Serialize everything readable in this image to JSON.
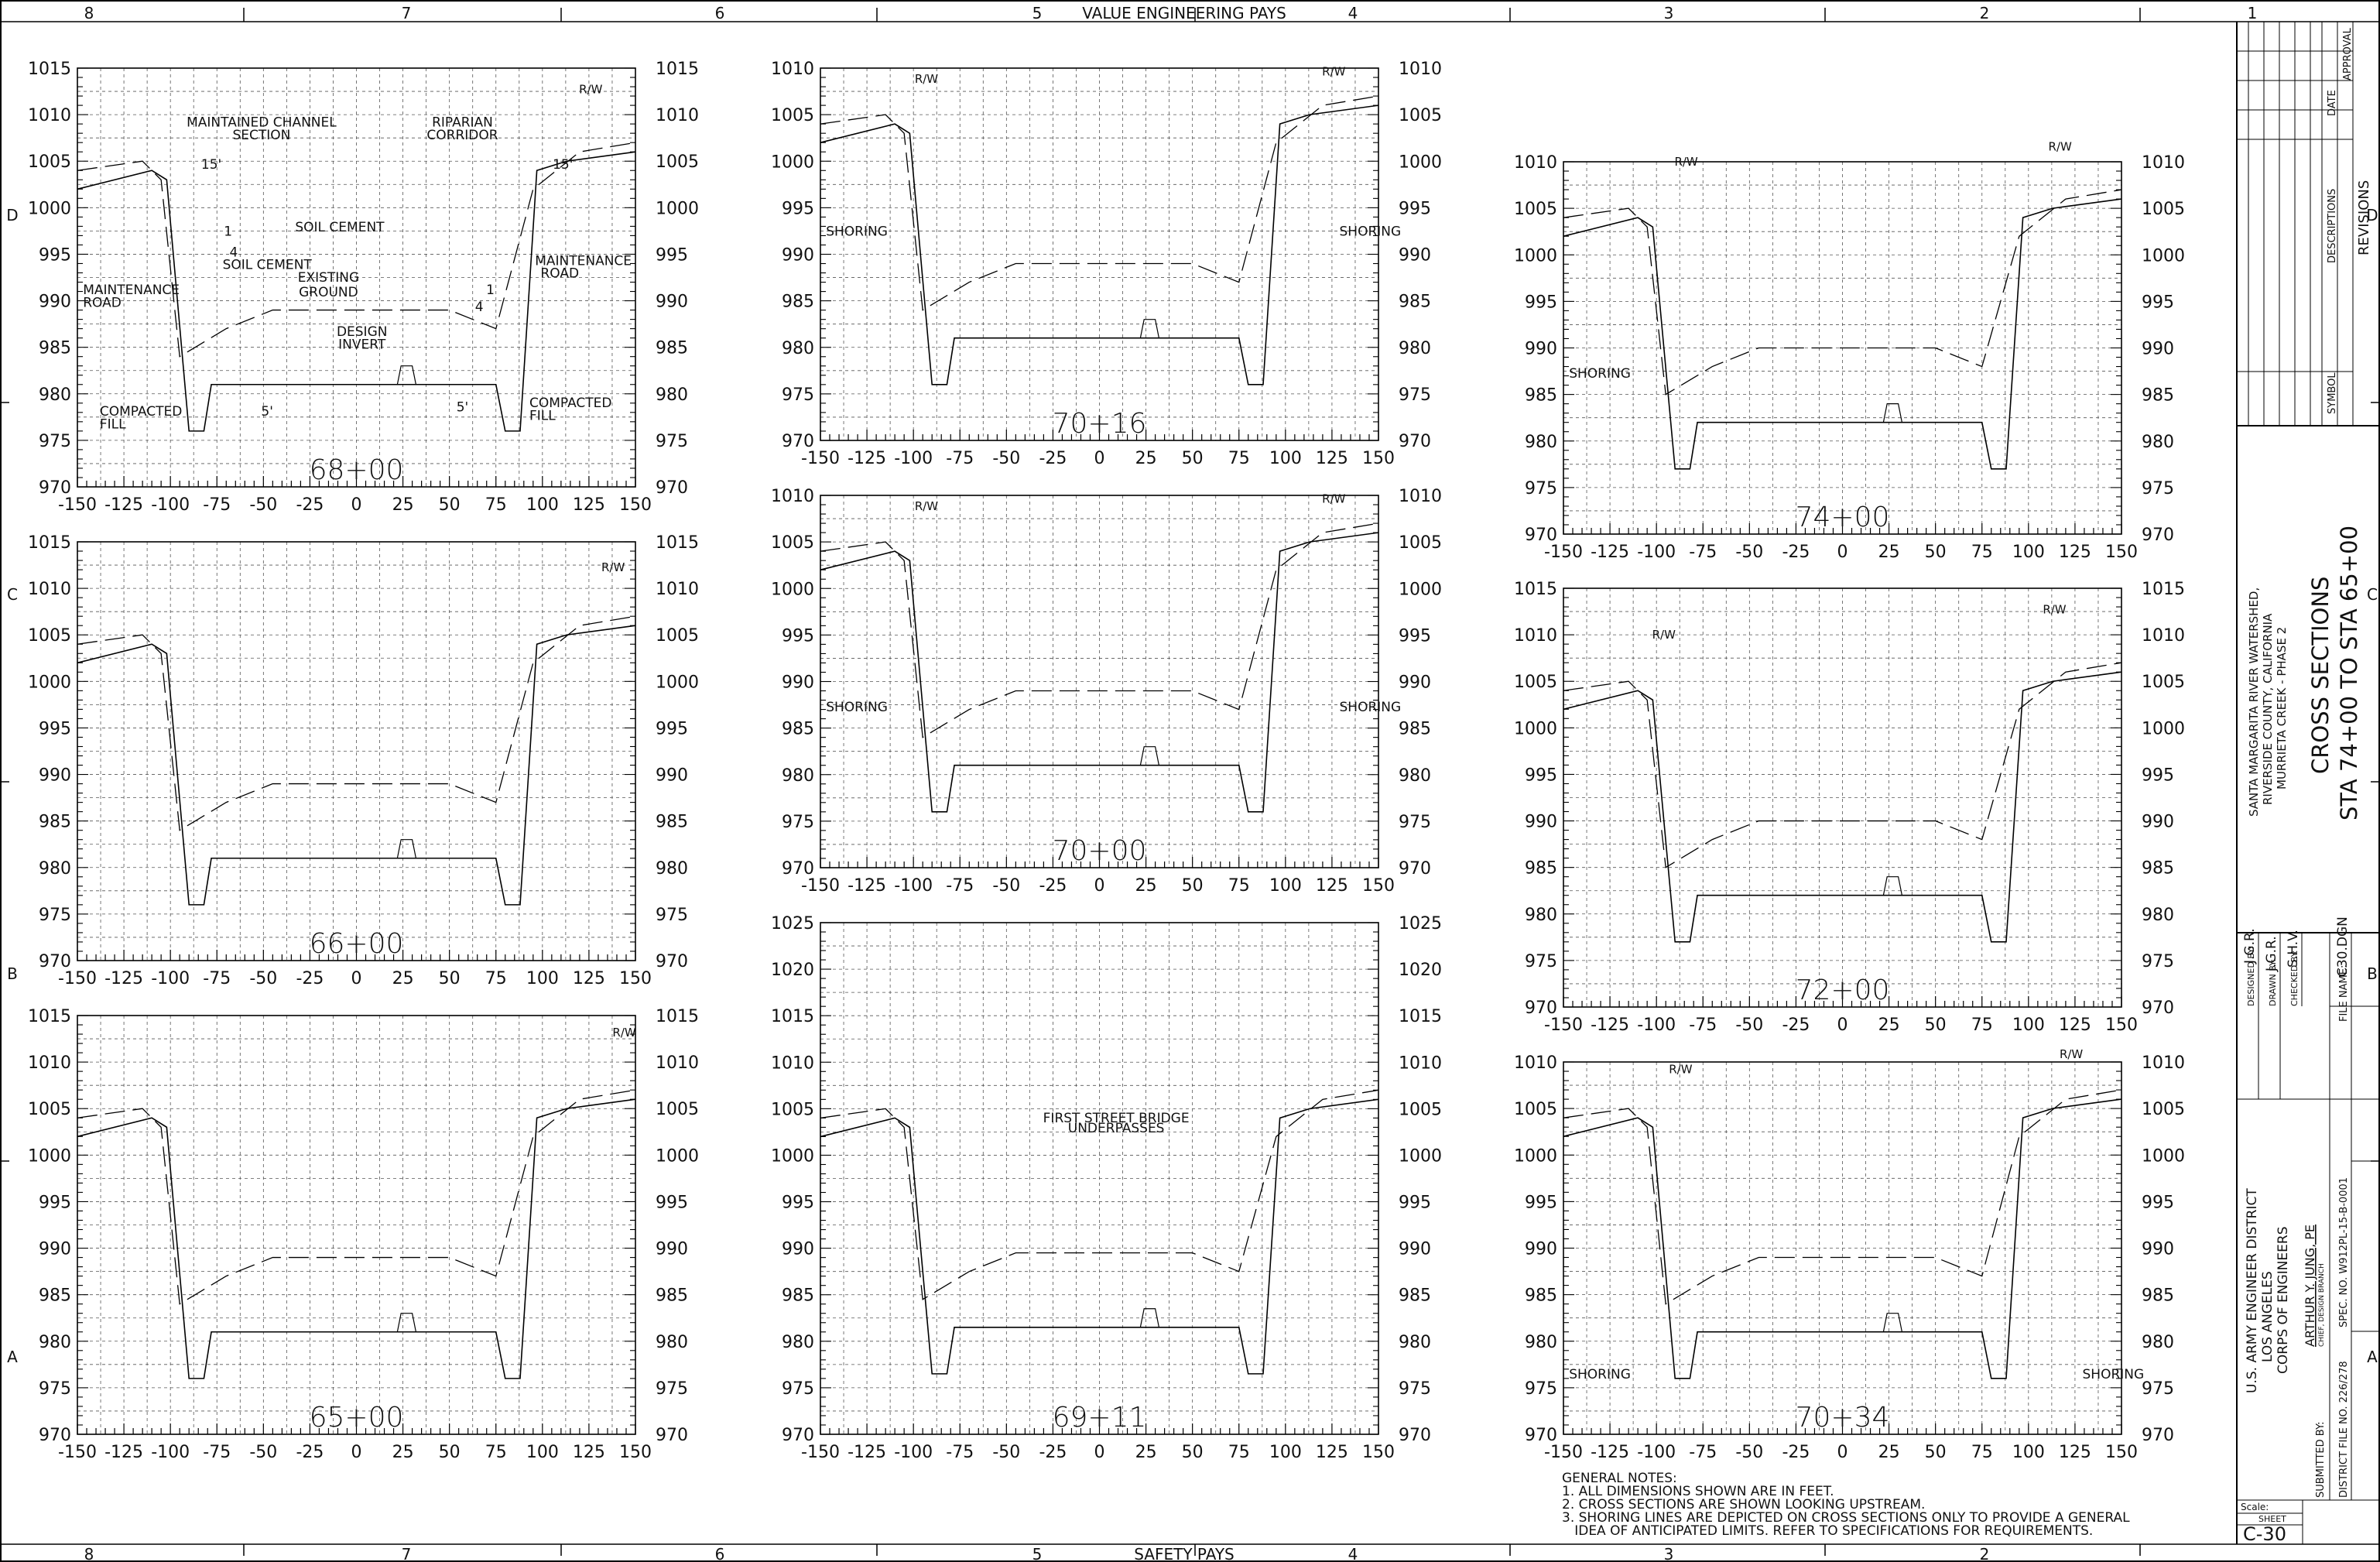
{
  "sheet": {
    "top_banner": "VALUE ENGINEERING PAYS",
    "bottom_banner": "SAFETY PAYS",
    "zone_numbers_top": [
      "8",
      "7",
      "6",
      "5",
      "4",
      "3",
      "2",
      "1"
    ],
    "zone_numbers_bottom": [
      "8",
      "7",
      "6",
      "5",
      "4",
      "3",
      "2"
    ],
    "zone_letters": [
      "D",
      "C",
      "B",
      "A"
    ]
  },
  "x_ticks": [
    "-150",
    "-125",
    "-100",
    "-75",
    "-50",
    "-25",
    "0",
    "25",
    "50",
    "75",
    "100",
    "125",
    "150"
  ],
  "panels": [
    {
      "id": "p6800",
      "station": "68+00",
      "ylim": [
        970,
        1015
      ],
      "y_ticks": [
        "1015",
        "1010",
        "1005",
        "1000",
        "995",
        "990",
        "985",
        "980",
        "975",
        "970"
      ],
      "annotations": [
        "MAINTAINED CHANNEL",
        "SECTION",
        "RIPARIAN",
        "CORRIDOR",
        "15'",
        "15'",
        "SOIL CEMENT",
        "SOIL CEMENT",
        "EXISTING",
        "GROUND",
        "MAINTENANCE",
        "ROAD",
        "MAINTENANCE",
        "ROAD",
        "DESIGN",
        "INVERT",
        "COMPACTED",
        "FILL",
        "COMPACTED",
        "FILL",
        "5'",
        "5'",
        "1",
        "4",
        "1",
        "4",
        "R/W"
      ]
    },
    {
      "id": "p6600",
      "station": "66+00",
      "ylim": [
        970,
        1015
      ],
      "y_ticks": [
        "1015",
        "1010",
        "1005",
        "1000",
        "995",
        "990",
        "985",
        "980",
        "975",
        "970"
      ],
      "annotations": [
        "R/W"
      ]
    },
    {
      "id": "p6500",
      "station": "65+00",
      "ylim": [
        970,
        1015
      ],
      "y_ticks": [
        "1015",
        "1010",
        "1005",
        "1000",
        "995",
        "990",
        "985",
        "980",
        "975",
        "970"
      ],
      "annotations": [
        "R/W"
      ]
    },
    {
      "id": "p7016",
      "station": "70+16",
      "ylim": [
        970,
        1010
      ],
      "y_ticks": [
        "1010",
        "1005",
        "1000",
        "995",
        "990",
        "985",
        "980",
        "975",
        "970"
      ],
      "annotations": [
        "R/W",
        "R/W",
        "SHORING",
        "SHORING"
      ]
    },
    {
      "id": "p7000",
      "station": "70+00",
      "ylim": [
        970,
        1010
      ],
      "y_ticks": [
        "1010",
        "1005",
        "1000",
        "995",
        "990",
        "985",
        "980",
        "975",
        "970"
      ],
      "annotations": [
        "R/W",
        "R/W",
        "SHORING",
        "SHORING"
      ]
    },
    {
      "id": "p6911",
      "station": "69+11",
      "ylim": [
        970,
        1025
      ],
      "y_ticks": [
        "1025",
        "1020",
        "1015",
        "1010",
        "1005",
        "1000",
        "995",
        "990",
        "985",
        "980",
        "975",
        "970"
      ],
      "annotations": [
        "FIRST STREET BRIDGE",
        "UNDERPASSES"
      ]
    },
    {
      "id": "p7400",
      "station": "74+00",
      "ylim": [
        970,
        1010
      ],
      "y_ticks": [
        "1010",
        "1005",
        "1000",
        "995",
        "990",
        "985",
        "980",
        "975",
        "970"
      ],
      "annotations": [
        "R/W",
        "R/W",
        "SHORING"
      ]
    },
    {
      "id": "p7200",
      "station": "72+00",
      "ylim": [
        970,
        1015
      ],
      "y_ticks": [
        "1015",
        "1010",
        "1005",
        "1000",
        "995",
        "990",
        "985",
        "980",
        "975",
        "970"
      ],
      "annotations": [
        "R/W",
        "R/W"
      ]
    },
    {
      "id": "p7034",
      "station": "70+34",
      "ylim": [
        970,
        1010
      ],
      "y_ticks": [
        "1010",
        "1005",
        "1000",
        "995",
        "990",
        "985",
        "980",
        "975",
        "970"
      ],
      "annotations": [
        "R/W",
        "R/W",
        "SHORING",
        "SHORING"
      ]
    }
  ],
  "general_notes": [
    "GENERAL NOTES:",
    "1. ALL DIMENSIONS SHOWN ARE IN FEET.",
    "2. CROSS SECTIONS ARE SHOWN LOOKING UPSTREAM.",
    "3. SHORING LINES ARE DEPICTED ON CROSS SECTIONS ONLY TO PROVIDE A GENERAL",
    "   IDEA OF ANTICIPATED LIMITS. REFER TO SPECIFICATIONS FOR REQUIREMENTS."
  ],
  "title_block": {
    "revision_headers": [
      "SYMBOL",
      "DESCRIPTIONS",
      "DATE",
      "APPROVAL"
    ],
    "revisions_label": "REVISIONS",
    "project": [
      "SANTA MARGARITA RIVER WATERSHED,",
      "RIVERSIDE COUNTY, CALIFORNIA",
      "MURRIETA CREEK - PHASE 2"
    ],
    "title": "CROSS SECTIONS",
    "subtitle": "STA 74+00 TO STA 65+00",
    "designed_by_label": "DESIGNED BY:",
    "designed_by": "J.G.R.",
    "drawn_by_label": "DRAWN BY:",
    "drawn_by": "J.G.R.",
    "checked_by_label": "CHECKED BY:",
    "checked_by": "S.H.V.",
    "file_name_label": "FILE NAME:",
    "file_name": "C30.DGN",
    "agency": [
      "U.S. ARMY ENGINEER DISTRICT",
      "LOS ANGELES",
      "CORPS OF ENGINEERS"
    ],
    "signer": "ARTHUR Y. JUNG, PE",
    "signer_title": "CHIEF, DESIGN BRANCH",
    "submitted_by_label": "SUBMITTED BY:",
    "spec_no": "SPEC. NO. W912PL-15-B-0001",
    "district_file": "DISTRICT FILE NO. 226/278",
    "scale_label": "Scale:",
    "sheet_label": "SHEET",
    "sheet_number": "C-30"
  }
}
